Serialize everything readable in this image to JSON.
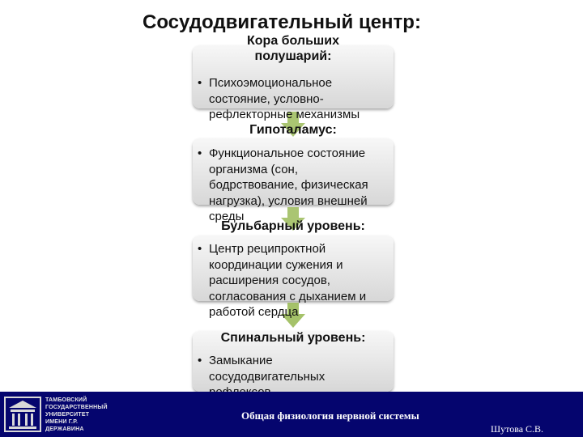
{
  "title": "Сосудодвигательный центр:",
  "levels": [
    {
      "title_lines": [
        "Кора больших",
        "полушарий:"
      ],
      "body_lines": [
        "Психоэмоциональное",
        "состояние, условно-",
        "рефлекторные механизмы"
      ]
    },
    {
      "title_lines": [
        "Гипоталамус:"
      ],
      "body_lines": [
        "Функциональное состояние",
        "организма (сон,",
        "бодрствование, физическая",
        "нагрузка), условия внешней",
        "среды"
      ]
    },
    {
      "title_lines": [
        "Бульбарный уровень:"
      ],
      "body_lines": [
        "Центр реципроктной",
        "координации сужения и",
        "расширения сосудов,",
        "согласования с дыханием и",
        "работой сердца"
      ]
    },
    {
      "title_lines": [
        "Спинальный уровень:"
      ],
      "body_lines": [
        "Замыкание",
        "сосудодвигательных",
        "рефлексов"
      ]
    }
  ],
  "footer": {
    "logo_text_lines": [
      "ТАМБОВСКИЙ",
      "ГОСУДАРСТВЕННЫЙ",
      "УНИВЕРСИТЕТ",
      "ИМЕНИ Г.Р. ДЕРЖАВИНА"
    ],
    "course_title": "Общая физиология нервной системы",
    "author": "Шутова С.В."
  },
  "colors": {
    "arrow": "#9bbb59",
    "footer_background": "#05056e",
    "box_light": "#f7f7f7",
    "box_dark": "#d7d7d7"
  }
}
